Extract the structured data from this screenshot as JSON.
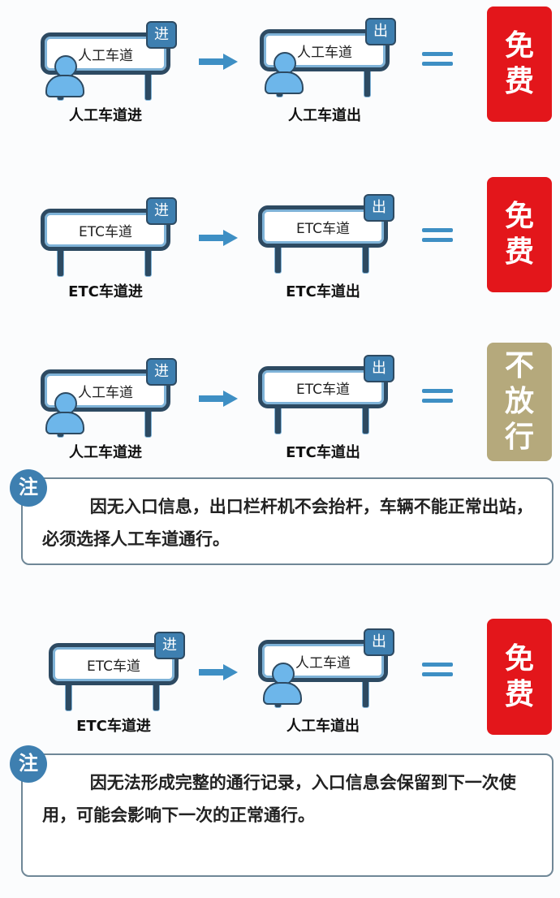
{
  "rows": [
    {
      "entry": {
        "lane": "人工车道",
        "manual": true,
        "tag": "进",
        "caption": "人工车道进"
      },
      "exit": {
        "lane": "人工车道",
        "manual": true,
        "tag": "出",
        "caption": "人工车道出"
      },
      "result": [
        "免",
        "费"
      ],
      "result_color": "#e3161b"
    },
    {
      "entry": {
        "lane": "ETC车道",
        "manual": false,
        "tag": "进",
        "caption": "ETC车道进"
      },
      "exit": {
        "lane": "ETC车道",
        "manual": false,
        "tag": "出",
        "caption": "ETC车道出"
      },
      "result": [
        "免",
        "费"
      ],
      "result_color": "#e3161b"
    },
    {
      "entry": {
        "lane": "人工车道",
        "manual": true,
        "tag": "进",
        "caption": "人工车道进"
      },
      "exit": {
        "lane": "ETC车道",
        "manual": false,
        "tag": "出",
        "caption": "ETC车道出"
      },
      "result": [
        "不",
        "放",
        "行"
      ],
      "result_color": "#b5a97c"
    },
    {
      "entry": {
        "lane": "ETC车道",
        "manual": false,
        "tag": "进",
        "caption": "ETC车道进"
      },
      "exit": {
        "lane": "人工车道",
        "manual": true,
        "tag": "出",
        "caption": "人工车道出"
      },
      "result": [
        "免",
        "费"
      ],
      "result_color": "#e3161b"
    }
  ],
  "notes": [
    {
      "icon": "注",
      "text": "因无入口信息，出口栏杆机不会抬杆，车辆不能正常出站，必须选择人工车道通行。"
    },
    {
      "icon": "注",
      "text": "因无法形成完整的通行记录，入口信息会保留到下一次使用，可能会影响下一次的正常通行。"
    }
  ]
}
